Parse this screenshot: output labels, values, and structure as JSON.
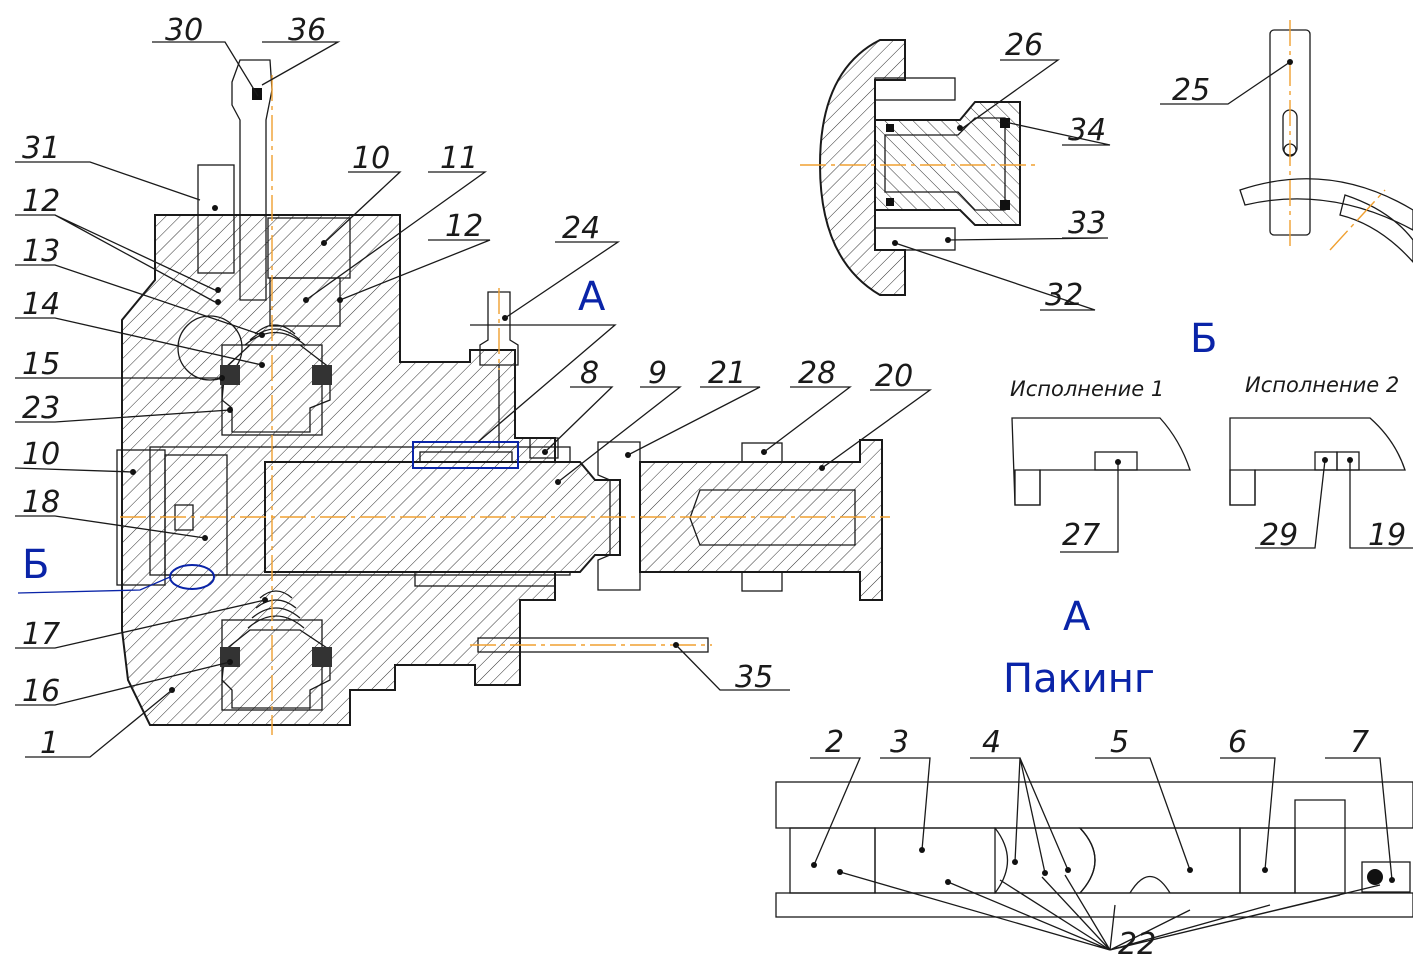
{
  "callouts": {
    "main": [
      "30",
      "36",
      "31",
      "12",
      "13",
      "14",
      "15",
      "23",
      "10",
      "18",
      "17",
      "16",
      "1",
      "10",
      "11",
      "12",
      "24",
      "8",
      "9",
      "21",
      "28",
      "20",
      "35"
    ],
    "top_right": [
      "26",
      "34",
      "33",
      "32",
      "25"
    ],
    "detail_b": [
      "27",
      "29",
      "19"
    ],
    "packing": [
      "2",
      "3",
      "4",
      "5",
      "6",
      "7",
      "22"
    ]
  },
  "view_letters": {
    "section_a": "А",
    "detail_b_marker": "Б",
    "detail_b_title": "Б",
    "packing_letter": "А"
  },
  "captions": {
    "version_1": "Исполнение 1",
    "version_2": "Исполнение 2",
    "packing_title": "Пакинг"
  },
  "colors": {
    "line": "#1a1a1a",
    "center_line": "#f0a030",
    "view_marker": "#0a24a8"
  }
}
